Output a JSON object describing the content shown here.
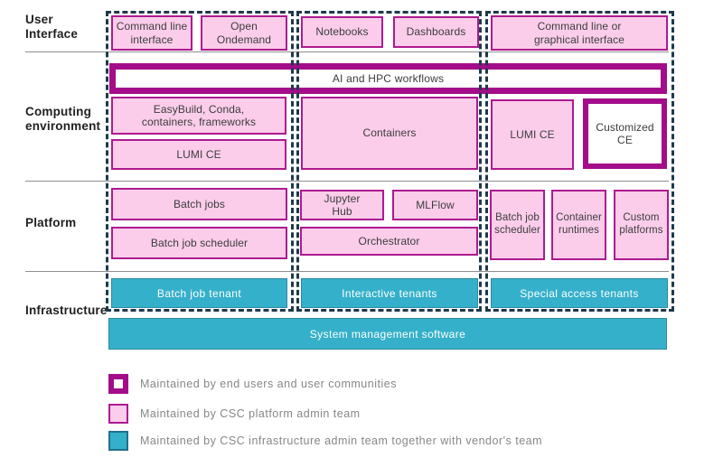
{
  "rows": {
    "user_interface": "User\nInterface",
    "computing_environment": "Computing\nenvironment",
    "platform": "Platform",
    "infrastructure": "Infrastructure"
  },
  "boxes": {
    "cli": "Command line\ninterface",
    "open_ondemand": "Open\nOndemand",
    "notebooks": "Notebooks",
    "dashboards": "Dashboards",
    "cli_graphical": "Command line or\ngraphical interface",
    "ai_hpc": "AI and HPC workflows",
    "easybuild": "EasyBuild, Conda,\ncontainers, frameworks",
    "lumi_ce_batch": "LUMI CE",
    "containers": "Containers",
    "lumi_ce_special": "LUMI CE",
    "customized_ce": "Customized\nCE",
    "batch_jobs": "Batch jobs",
    "batch_job_scheduler": "Batch job scheduler",
    "jupyter_hub": "Jupyter\nHub",
    "mlflow": "MLFlow",
    "orchestrator": "Orchestrator",
    "batch_job_scheduler_special": "Batch job\nscheduler",
    "container_runtimes": "Container\nruntimes",
    "custom_platforms": "Custom\nplatforms",
    "batch_job_tenant": "Batch job tenant",
    "interactive_tenants": "Interactive tenants",
    "special_access_tenants": "Special access tenants",
    "system_management": "System management software"
  },
  "legend": [
    {
      "label": "Maintained by end users and user communities",
      "style": "end-users"
    },
    {
      "label": "Maintained by CSC platform admin team",
      "style": "platform-admin"
    },
    {
      "label": "Maintained by CSC infrastructure admin team together with vendor's team",
      "style": "infra-admin"
    }
  ],
  "colors": {
    "magenta_thick_border": "#a30d8a",
    "magenta_thin_border": "#ad1a90",
    "pink_fill": "#fbcdea",
    "teal_fill": "#35b0ca",
    "dashed_outline": "#1e394c",
    "separator_line": "#8f8f8f",
    "box_text": "#3c3c3c",
    "legend_text": "#878787"
  }
}
